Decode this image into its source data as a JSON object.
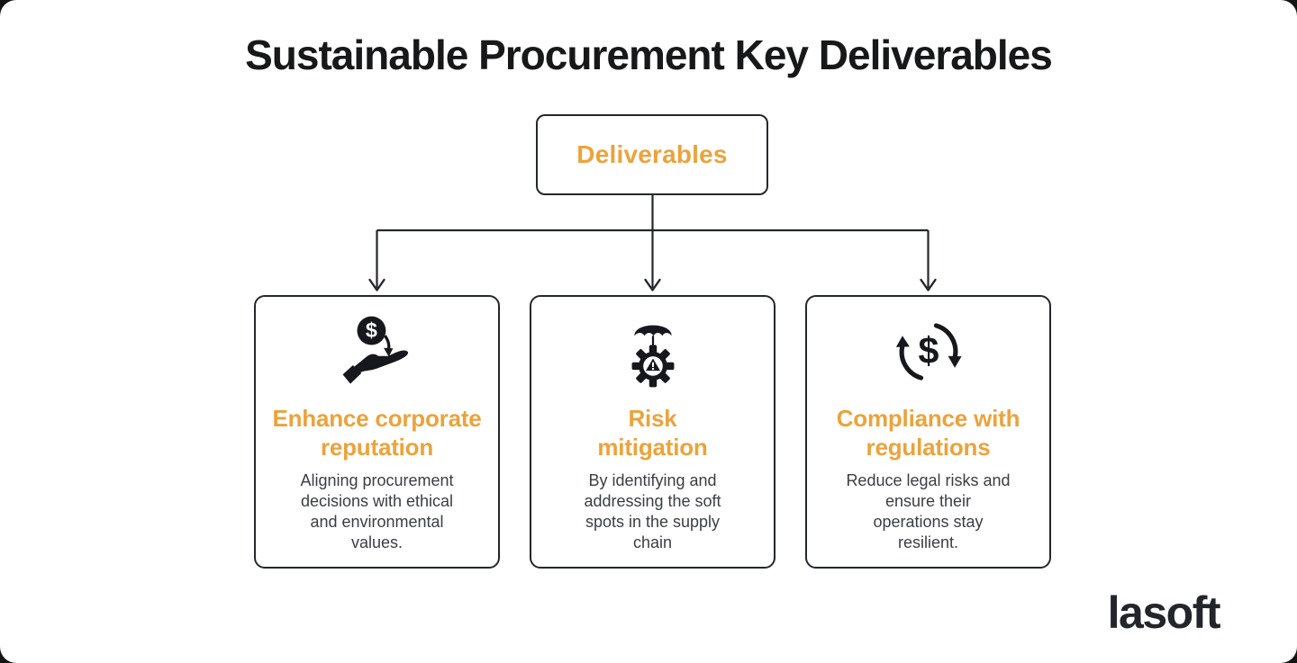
{
  "page": {
    "title": "Sustainable Procurement Key Deliverables"
  },
  "colors": {
    "accent": "#EBA33C",
    "stroke": "#23272E",
    "icon_ink": "#16181D",
    "body_text": "#3A3E45",
    "background": "#FFFFFF"
  },
  "root_node": {
    "label": "Deliverables"
  },
  "cards": [
    {
      "icon": "hand-receiving-money-icon",
      "heading_lines": [
        "Enhance corporate",
        "reputation"
      ],
      "body_lines": [
        "Aligning procurement",
        "decisions with ethical",
        "and environmental",
        "values."
      ]
    },
    {
      "icon": "gear-warning-umbrella-icon",
      "heading_lines": [
        "Risk",
        "mitigation"
      ],
      "body_lines": [
        "By identifying and",
        "addressing the soft",
        "spots in the supply",
        "chain"
      ]
    },
    {
      "icon": "money-cycle-icon",
      "heading_lines": [
        "Compliance with",
        "regulations"
      ],
      "body_lines": [
        "Reduce legal risks and",
        "ensure their",
        "operations stay",
        "resilient."
      ]
    }
  ],
  "footer": {
    "logo": "lasoft"
  }
}
